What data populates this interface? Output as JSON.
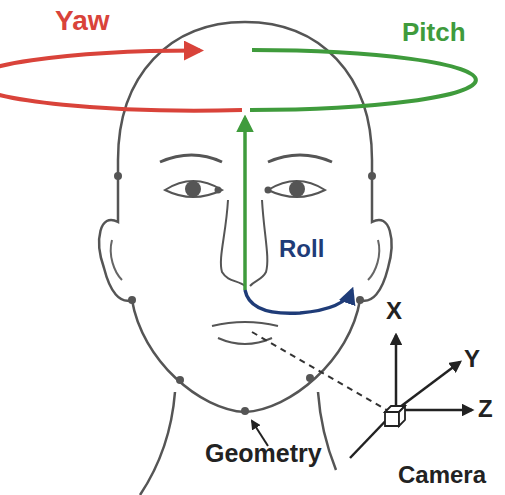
{
  "diagram": {
    "labels": [
      "Yaw",
      "Pitch",
      "Roll",
      "X",
      "Y",
      "Z",
      "Geometry",
      "Camera"
    ]
  }
}
